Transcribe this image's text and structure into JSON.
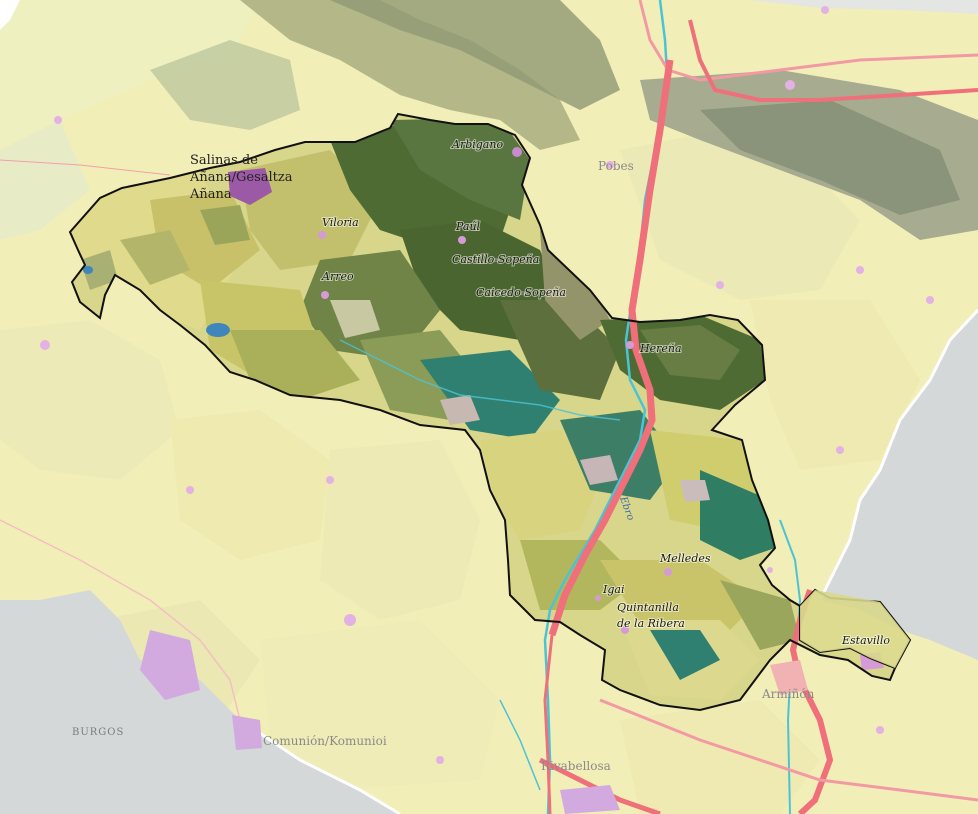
{
  "map": {
    "colors": {
      "background_land": "#f2eeb8",
      "outside_gray": "#d4d8d8",
      "municipality_fill": "#d8d68a",
      "dense_forest": "#4f6b34",
      "mixed_forest": "#8a9c57",
      "shrub": "#b7b95d",
      "teal_forest": "#2f8070",
      "river": "#4cc3d4",
      "highway": "#ef6f7a",
      "urban": "#d69ad6",
      "boundary": "#111111",
      "main_road": "#f29aa3"
    },
    "labels": {
      "town_main_1": "Salinas de",
      "town_main_2": "Añana/Gesaltza",
      "town_main_3": "Añana",
      "arbigano": "Arbigano",
      "viloria": "Viloria",
      "paul": "Paúl",
      "castillo_sopena": "Castillo-Sopeña",
      "arreo": "Arreo",
      "caicedo_sopena": "Caicedo-Sopeña",
      "herena": "Hereña",
      "melledes": "Melledes",
      "igai": "Igai",
      "quintanilla_1": "Quintanilla",
      "quintanilla_2": "de la Ribera",
      "estavillo": "Estavillo",
      "pobes": "Pobes",
      "arminon": "Armiñón",
      "rivabellosa": "Rivabellosa",
      "comunion": "Comunión/Komunioi",
      "burgos": "BURGOS",
      "river_ebro": "Ebro"
    }
  }
}
